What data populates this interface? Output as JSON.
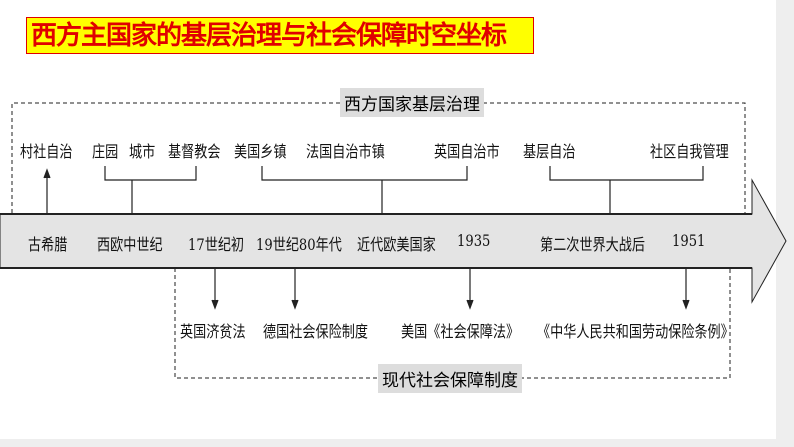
{
  "title": "西方主国家的基层治理与社会保障时空坐标",
  "top_group": {
    "label": "西方国家基层治理",
    "items": [
      "村社自治",
      "庄园",
      "城市",
      "基督教会",
      "美国乡镇",
      "法国自治市镇",
      "英国自治市",
      "基层自治",
      "社区自我管理"
    ]
  },
  "timeline": [
    "古希腊",
    "西欧中世纪",
    "17世纪初",
    "19世纪80年代",
    "近代欧美国家",
    "1935",
    "第二次世界大战后",
    "1951"
  ],
  "bottom_group": {
    "label": "现代社会保障制度",
    "items": [
      "英国济贫法",
      "德国社会保险制度",
      "美国《社会保障法》",
      "《中华人民共和国劳动保险条例》"
    ]
  }
}
